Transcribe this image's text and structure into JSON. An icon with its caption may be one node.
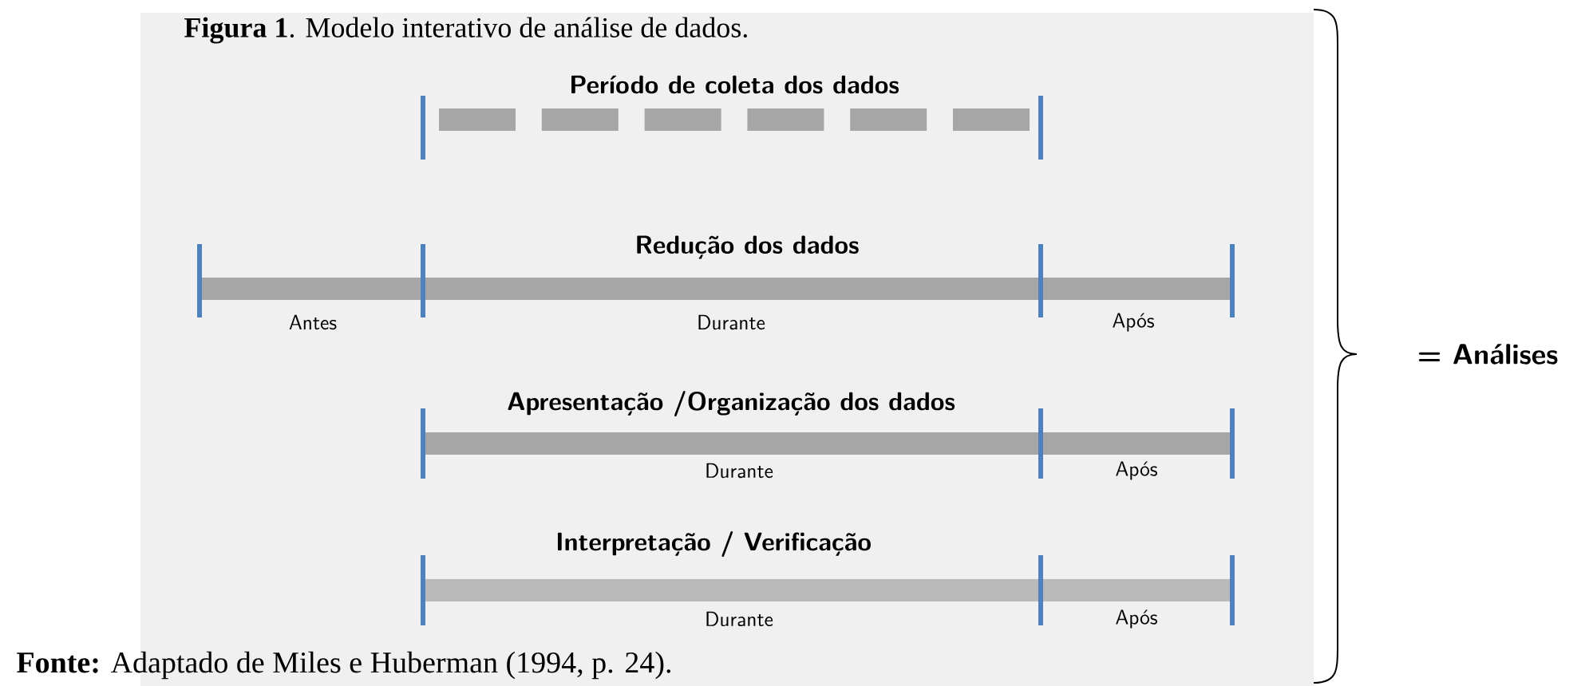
{
  "diagram": {
    "title": "**Figura 1**. Modelo interativo de análise de dados.",
    "caption": "**Fonte:** Adaptado de Miles e Huberman (1994, p. 24).",
    "labels": [
      "Período de coleta dos dados",
      "Redução dos dados",
      "Antes",
      "Durante",
      "Após",
      "Apresentação /Organização dos dados",
      "Durante",
      "Após",
      "Interpretação / Verificação",
      "Durante",
      "Após",
      "= Análises"
    ]
  }
}
